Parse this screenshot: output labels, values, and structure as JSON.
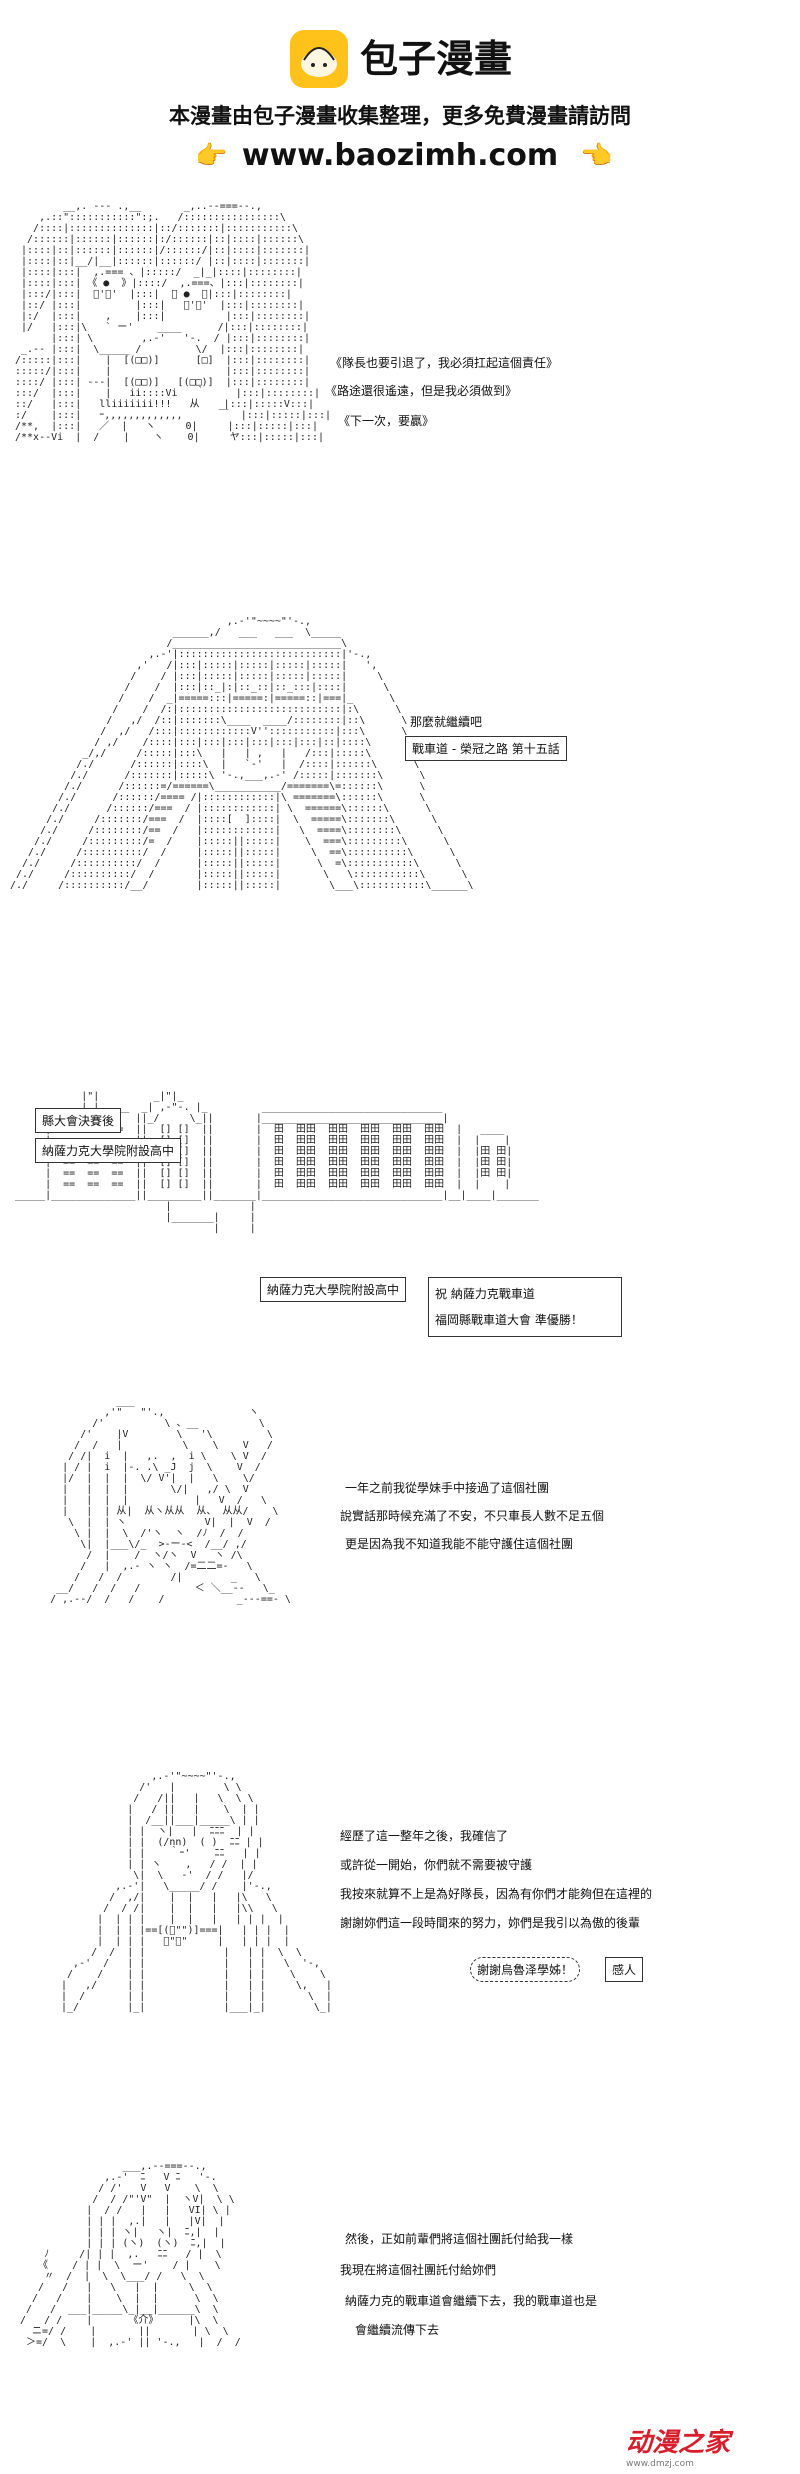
{
  "header": {
    "site_name": "包子漫畫",
    "tagline": "本漫畫由包子漫畫收集整理，更多免費漫畫請訪問",
    "url": "www.baozimh.com"
  },
  "panel1": {
    "lines": [
      "《隊長也要引退了，我必須扛起這個責任》",
      "《路途還很遙遠，但是我必須做到》",
      "《下一次，要贏》"
    ]
  },
  "panel2": {
    "speech": "那麼就繼續吧",
    "title": "戰車道 - 榮冠之路 第十五話"
  },
  "panel3": {
    "caption1": "縣大會決賽後",
    "caption2": "納薩力克大學院附設高中",
    "school_sign": "納薩力克大學院附設高中",
    "banner_line1": "祝 納薩力克戰車道",
    "banner_line2": "福岡縣戰車道大會 準優勝！"
  },
  "panel4": {
    "lines": [
      "一年之前我從學妹手中接過了這個社團",
      "說實話那時候充滿了不安，不只車長人數不足五個",
      "更是因為我不知道我能不能守護住這個社團"
    ]
  },
  "panel5": {
    "lines": [
      "經歷了這一整年之後，我確信了",
      "或許從一開始，你們就不需要被守護",
      "我按來就算不上是為好隊長，因為有你們才能夠但在這裡的",
      "謝謝妳們這一段時間來的努力，妳們是我引以為傲的後輩"
    ],
    "shout1": "謝謝烏魯泽學姊！",
    "shout2": "感人"
  },
  "panel6": {
    "lines": [
      "然後，正如前輩們將這個社團託付給我一樣",
      "我現在將這個社團託付給妳們",
      "納薩力克的戰車道會繼續下去，我的戰車道也是",
      "會繼續流傳下去"
    ]
  },
  "watermark": {
    "text": "动漫之家",
    "url": "www.dmzj.com"
  },
  "colors": {
    "logo": "#ffc21a",
    "hand": "#f3b400",
    "watermark": "#d81e2c"
  }
}
